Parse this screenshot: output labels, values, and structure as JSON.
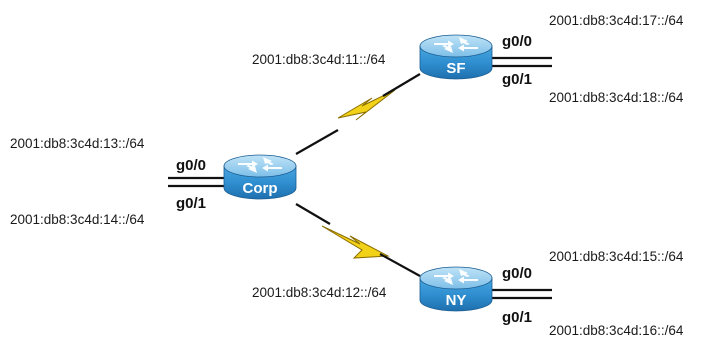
{
  "routers": {
    "corp": {
      "name": "Corp"
    },
    "sf": {
      "name": "SF"
    },
    "ny": {
      "name": "NY"
    }
  },
  "interfaces": {
    "corp_g00": "g0/0",
    "corp_g01": "g0/1",
    "sf_g00": "g0/0",
    "sf_g01": "g0/1",
    "ny_g00": "g0/0",
    "ny_g01": "g0/1"
  },
  "networks": {
    "corp_sf_wan": "2001:db8:3c4d:11::/64",
    "corp_ny_wan": "2001:db8:3c4d:12::/64",
    "corp_g00": "2001:db8:3c4d:13::/64",
    "corp_g01": "2001:db8:3c4d:14::/64",
    "sf_g00": "2001:db8:3c4d:17::/64",
    "sf_g01": "2001:db8:3c4d:18::/64",
    "ny_g00": "2001:db8:3c4d:15::/64",
    "ny_g01": "2001:db8:3c4d:16::/64"
  },
  "colors": {
    "router_body": "#2f8fd0",
    "router_top": "#8cc9ee",
    "serial_bolt": "#f2d219"
  }
}
